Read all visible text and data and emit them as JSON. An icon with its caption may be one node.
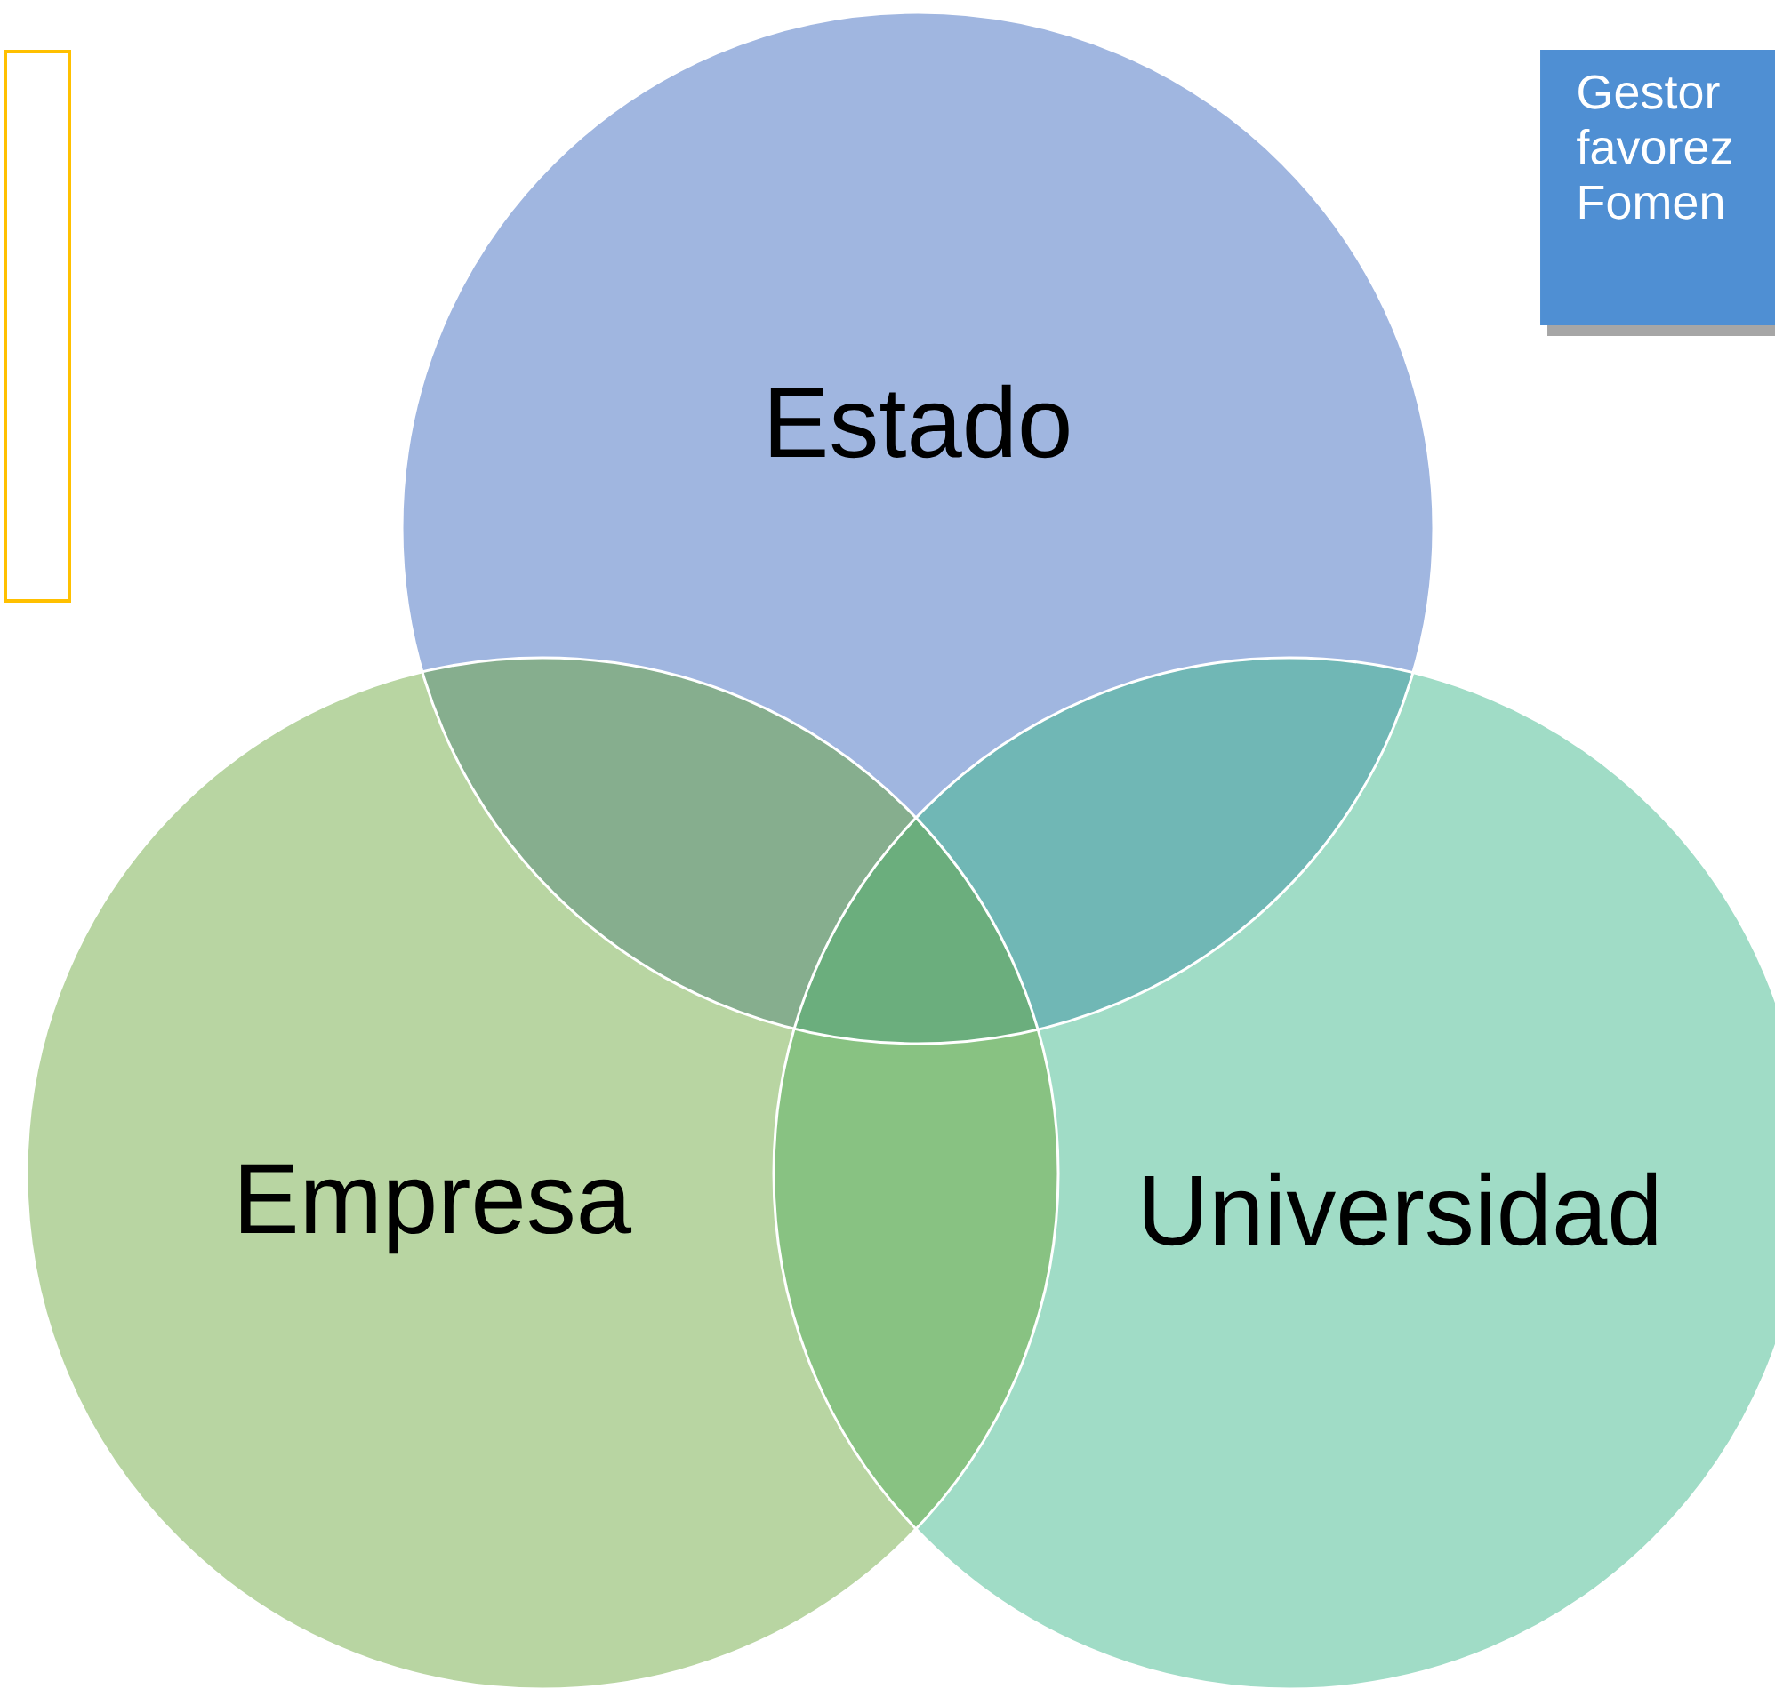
{
  "diagram": {
    "nodes": [
      {
        "text": [],
        "shape": "box"
      },
      {
        "text": [
          "Estado"
        ]
      },
      {
        "text": [
          "Gestor favorez Fomen"
        ]
      },
      {
        "text": [
          "Empresa"
        ]
      },
      {
        "text": [
          "Universidad"
        ]
      }
    ]
  }
}
